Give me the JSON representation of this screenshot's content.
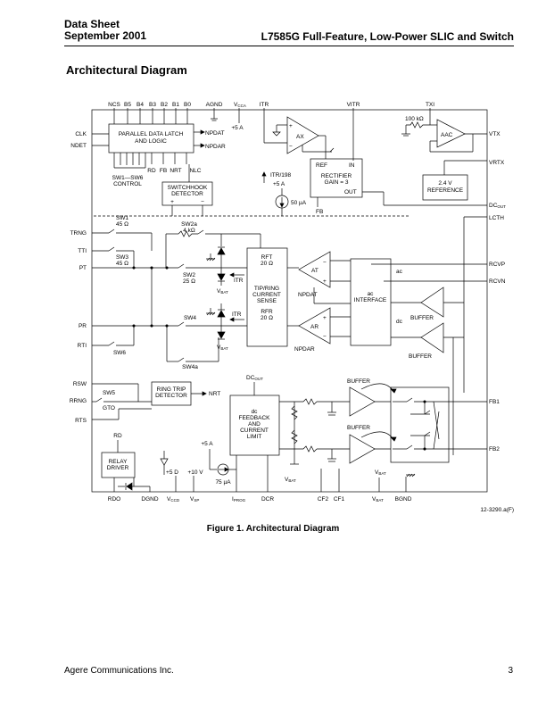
{
  "header": {
    "doc_type": "Data Sheet",
    "date": "September 2001",
    "title": "L7585G Full-Feature, Low-Power SLIC and Switch"
  },
  "section_title": "Architectural Diagram",
  "diagram": {
    "top_pins": [
      "NCS",
      "B5",
      "B4",
      "B3",
      "B2",
      "B1",
      "B0",
      "AGND",
      "V",
      "CCA",
      "ITR",
      "VITR",
      "TXI"
    ],
    "left_pins": [
      "CLK",
      "NDET",
      "TRNG",
      "TTI",
      "PT",
      "PR",
      "RTI",
      "RSW",
      "RRNG",
      "RTS"
    ],
    "right_pins": [
      "VTX",
      "VRTX",
      "DC",
      "OUT",
      "LCTH",
      "RCVP",
      "RCVN",
      "FB1",
      "FB2"
    ],
    "bottom_pins": [
      "RDO",
      "DGND",
      "V",
      "CCD",
      "V",
      "SP",
      "I",
      "PROG",
      "DCR",
      "CF2",
      "CF1",
      "V",
      "BAT",
      "BGND"
    ],
    "blocks": {
      "latch": [
        "PARALLEL DATA LATCH",
        "AND LOGIC"
      ],
      "npdat": "NPDAT",
      "npdar": "NPDAR",
      "ctrl_pins": [
        "RD",
        "FB",
        "NRT",
        "NLC"
      ],
      "sw_control": [
        "SW1—SW6",
        "CONTROL"
      ],
      "switchhook": [
        "SWITCHHOOK",
        "DETECTOR"
      ],
      "plus": "+",
      "minus": "−",
      "plus5a": "+5 A",
      "ax": "AX",
      "itr198": "ITR/198",
      "rectifier": [
        "RECTIFIER",
        "GAIN = 3"
      ],
      "ref": "REF",
      "in": "IN",
      "out": "OUT",
      "fb": "FB",
      "i50": "50 µA",
      "r100k": "100 kΩ",
      "aac": "AAC",
      "ref24": [
        "2.4 V",
        "REFERENCE"
      ],
      "sw1": [
        "SW1",
        "45 Ω"
      ],
      "sw3": [
        "SW3",
        "45 Ω"
      ],
      "sw2a": [
        "SW2a",
        "4 kΩ"
      ],
      "sw2": [
        "SW2",
        "25 Ω"
      ],
      "sw4": "SW4",
      "sw6": "SW6",
      "sw4a": "SW4a",
      "sw5": "SW5",
      "gto": "GTO",
      "itr": "ITR",
      "vbat": "V",
      "bat_sub": "BAT",
      "rft": [
        "RFT",
        "20 Ω"
      ],
      "sense": [
        "TIP/RING",
        "CURRENT",
        "SENSE"
      ],
      "rfr": [
        "RFR",
        "20 Ω"
      ],
      "at": "AT",
      "ar": "AR",
      "npdat2": "NPDAT",
      "npdar2": "NPDAR",
      "ac_iface": [
        "ac",
        "INTERFACE"
      ],
      "ac": "ac",
      "dc": "dc",
      "buffer": "BUFFER",
      "ringtrip": [
        "RING TRIP",
        "DETECTOR"
      ],
      "nrt": "NRT",
      "dcout": "DC",
      "dcout_sub": "OUT",
      "dc_fb": [
        "dc",
        "FEEDBACK",
        "AND",
        "CURRENT",
        "LIMIT"
      ],
      "relay": [
        "RELAY",
        "DRIVER"
      ],
      "rd": "RD",
      "plus5d": "+5 D",
      "plus10v": "+10 V",
      "i75": "75 µA",
      "part_no": "12-3290.a(F)"
    }
  },
  "caption": "Figure 1. Architectural Diagram",
  "footer": {
    "company": "Agere Communications Inc.",
    "page": "3"
  }
}
